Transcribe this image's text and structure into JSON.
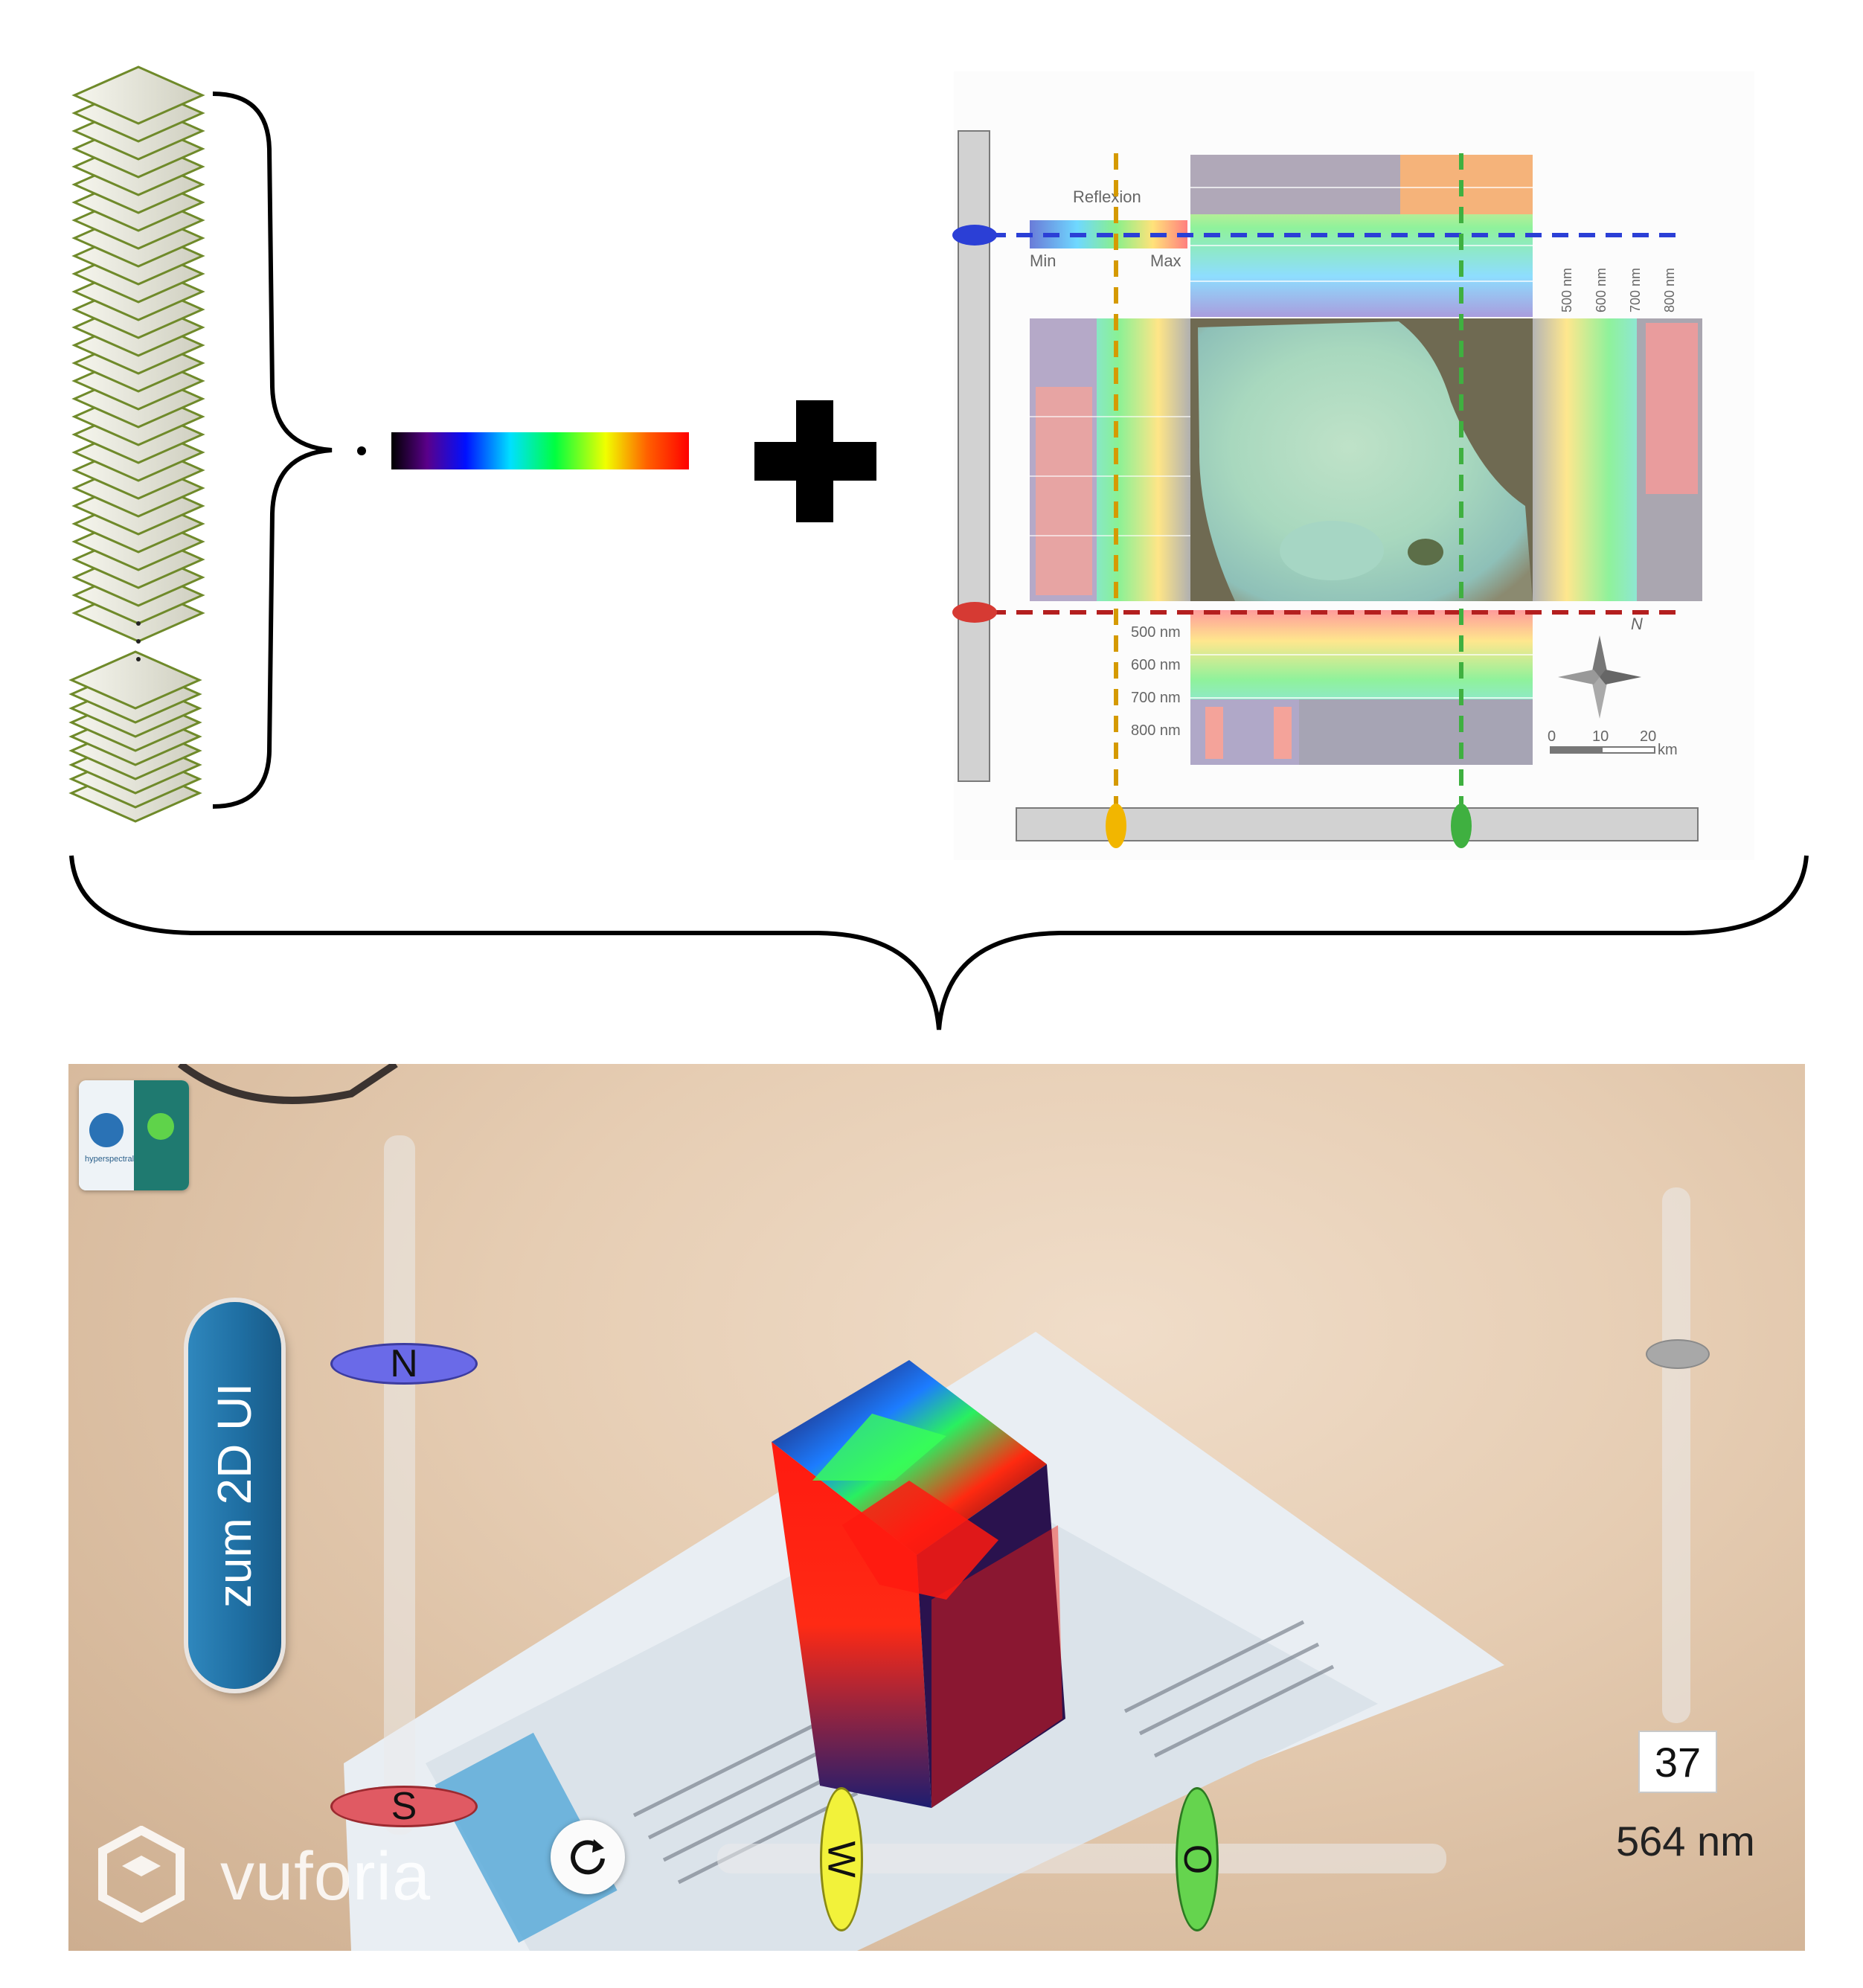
{
  "top_panel": {
    "legend": {
      "title": "Reflexion",
      "min_label": "Min",
      "max_label": "Max"
    },
    "wavelength_labels_bottom": [
      "500 nm",
      "600 nm",
      "700 nm",
      "800 nm"
    ],
    "wavelength_labels_right": [
      "500 nm",
      "600 nm",
      "700 nm",
      "800 nm"
    ],
    "scale_bar": {
      "ticks": [
        "0",
        "10",
        "20"
      ],
      "unit": "km"
    },
    "north_label": "N"
  },
  "ar_view": {
    "button_2d": "zum 2D UI",
    "north_slider_label": "N",
    "south_slider_label": "S",
    "west_slider_label": "W",
    "east_slider_label": "O",
    "band_value": "37",
    "wavelength_value": "564 nm",
    "watermark": "vuforia",
    "logo_text": "hyperspectral"
  },
  "colors": {
    "blue_marker": "#2b3fd6",
    "red_marker": "#d63a33",
    "yellow_marker": "#f2b600",
    "green_marker": "#3fb040",
    "n_oval": "#6a6ae8",
    "s_oval": "#e05a63",
    "w_oval": "#f2f23a",
    "o_oval": "#65d44e"
  },
  "icons": [
    "reset-rotation-icon",
    "compass-rose-icon",
    "vuforia-logo-icon",
    "plus-icon",
    "curly-brace-icon"
  ]
}
